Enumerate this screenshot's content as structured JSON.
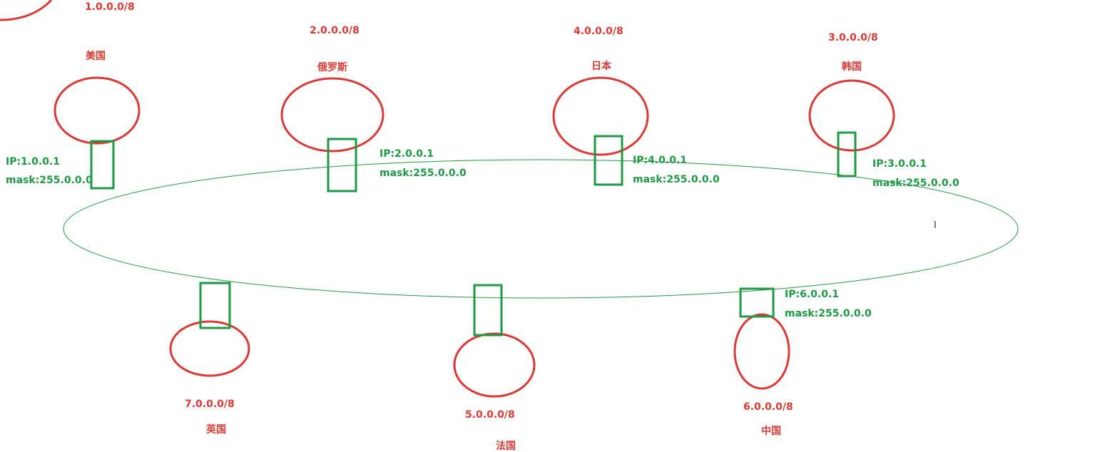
{
  "colors": {
    "red": "#d93a34",
    "green": "#1f9a44",
    "background": "#ffffff"
  },
  "countries": {
    "usa": {
      "name": "美国",
      "network": "1.0.0.0/8",
      "ip": "IP:1.0.0.1",
      "mask": "mask:255.0.0.0"
    },
    "russia": {
      "name": "俄罗斯",
      "network": "2.0.0.0/8",
      "ip": "IP:2.0.0.1",
      "mask": "mask:255.0.0.0"
    },
    "japan": {
      "name": "日本",
      "network": "4.0.0.0/8",
      "ip": "IP:4.0.0.1",
      "mask": "mask:255.0.0.0"
    },
    "korea": {
      "name": "韩国",
      "network": "3.0.0.0/8",
      "ip": "IP:3.0.0.1",
      "mask": "mask:255.0.0.0"
    },
    "uk": {
      "name": "英国",
      "network": "7.0.0.0/8"
    },
    "france": {
      "name": "法国",
      "network": "5.0.0.0/8"
    },
    "china": {
      "name": "中国",
      "network": "6.0.0.0/8",
      "ip": "IP:6.0.0.1",
      "mask": "mask:255.0.0.0"
    }
  },
  "cursor": {
    "symbol": "I"
  }
}
